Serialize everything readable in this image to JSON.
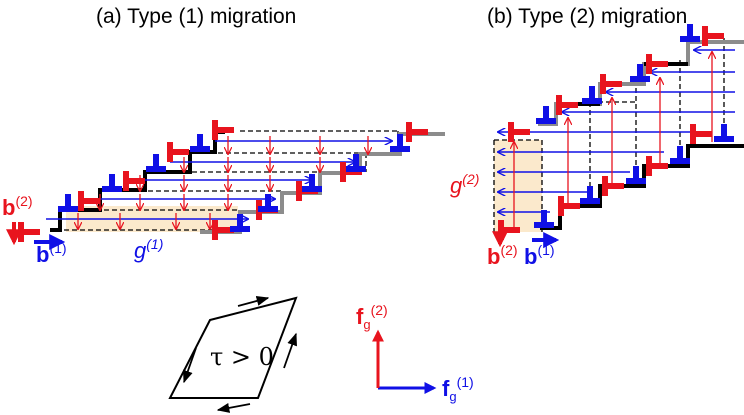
{
  "panels": {
    "a": {
      "title": "(a) Type (1) migration"
    },
    "b": {
      "title": "(b) Type (2) migration"
    }
  },
  "labels": {
    "b1_sym": "b",
    "b1_sup": "(1)",
    "b2_sym": "b",
    "b2_sup": "(2)",
    "g1_sym": "g",
    "g1_sup": "(1)",
    "g2_sym": "g",
    "g2_sup": "(2)",
    "tau": "τ > 0",
    "f1_sym": "f",
    "f1_sub": "g",
    "f1_sup": "(1)",
    "f2_sym": "f",
    "f2_sub": "g",
    "f2_sup": "(2)"
  },
  "colors": {
    "type1_dislocation": "#1010e6",
    "type2_dislocation": "#e8141e",
    "boundary_dark": "#000000",
    "boundary_light": "#8c8c8c",
    "region_fill": "#fbe9cc"
  }
}
